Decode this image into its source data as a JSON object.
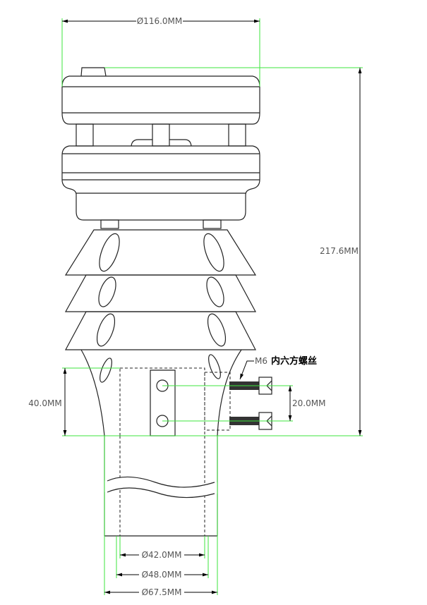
{
  "title": "Weather sensor dimension drawing",
  "dimensions": {
    "top_diameter": "Ø116.0MM",
    "total_height": "217.6MM",
    "mount_height": "40.0MM",
    "screw_spacing": "20.0MM",
    "inner_pipe_diameter": "Ø42.0MM",
    "pipe_diameter": "Ø48.0MM",
    "base_diameter": "Ø67.5MM"
  },
  "callouts": {
    "screw_prefix": "M6",
    "screw_label": "内六方螺丝"
  },
  "colors": {
    "dimension_line": "#3ee63e",
    "outline": "#222222"
  }
}
